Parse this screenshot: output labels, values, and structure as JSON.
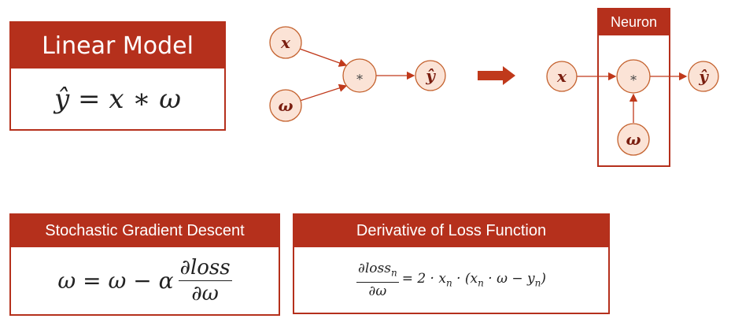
{
  "linear_model": {
    "title": "Linear Model",
    "formula": "ŷ = x ∗ ω"
  },
  "sgd": {
    "title": "Stochastic Gradient Descent",
    "lhs": "ω = ω − α",
    "frac_num": "∂loss",
    "frac_den": "∂ω"
  },
  "derivative": {
    "title": "Derivative of Loss Function",
    "frac_num": "∂loss",
    "frac_num_sub": "n",
    "frac_den": "∂ω",
    "rhs": "= 2 · x",
    "rhs_sub1": "n",
    "rhs_mid": " · (x",
    "rhs_sub2": "n",
    "rhs_mid2": " · ω − y",
    "rhs_sub3": "n",
    "rhs_end": ")"
  },
  "graph_left": {
    "node_x": "x",
    "node_w": "ω",
    "node_mul": "∗",
    "node_yhat": "ŷ"
  },
  "graph_right": {
    "box_label": "Neuron",
    "node_x": "x",
    "node_w": "ω",
    "node_mul": "∗",
    "node_yhat": "ŷ"
  },
  "colors": {
    "accent": "#b5301c",
    "node_fill": "#fbe3d6",
    "node_stroke": "#c4612d",
    "arrow": "#c0391b"
  }
}
